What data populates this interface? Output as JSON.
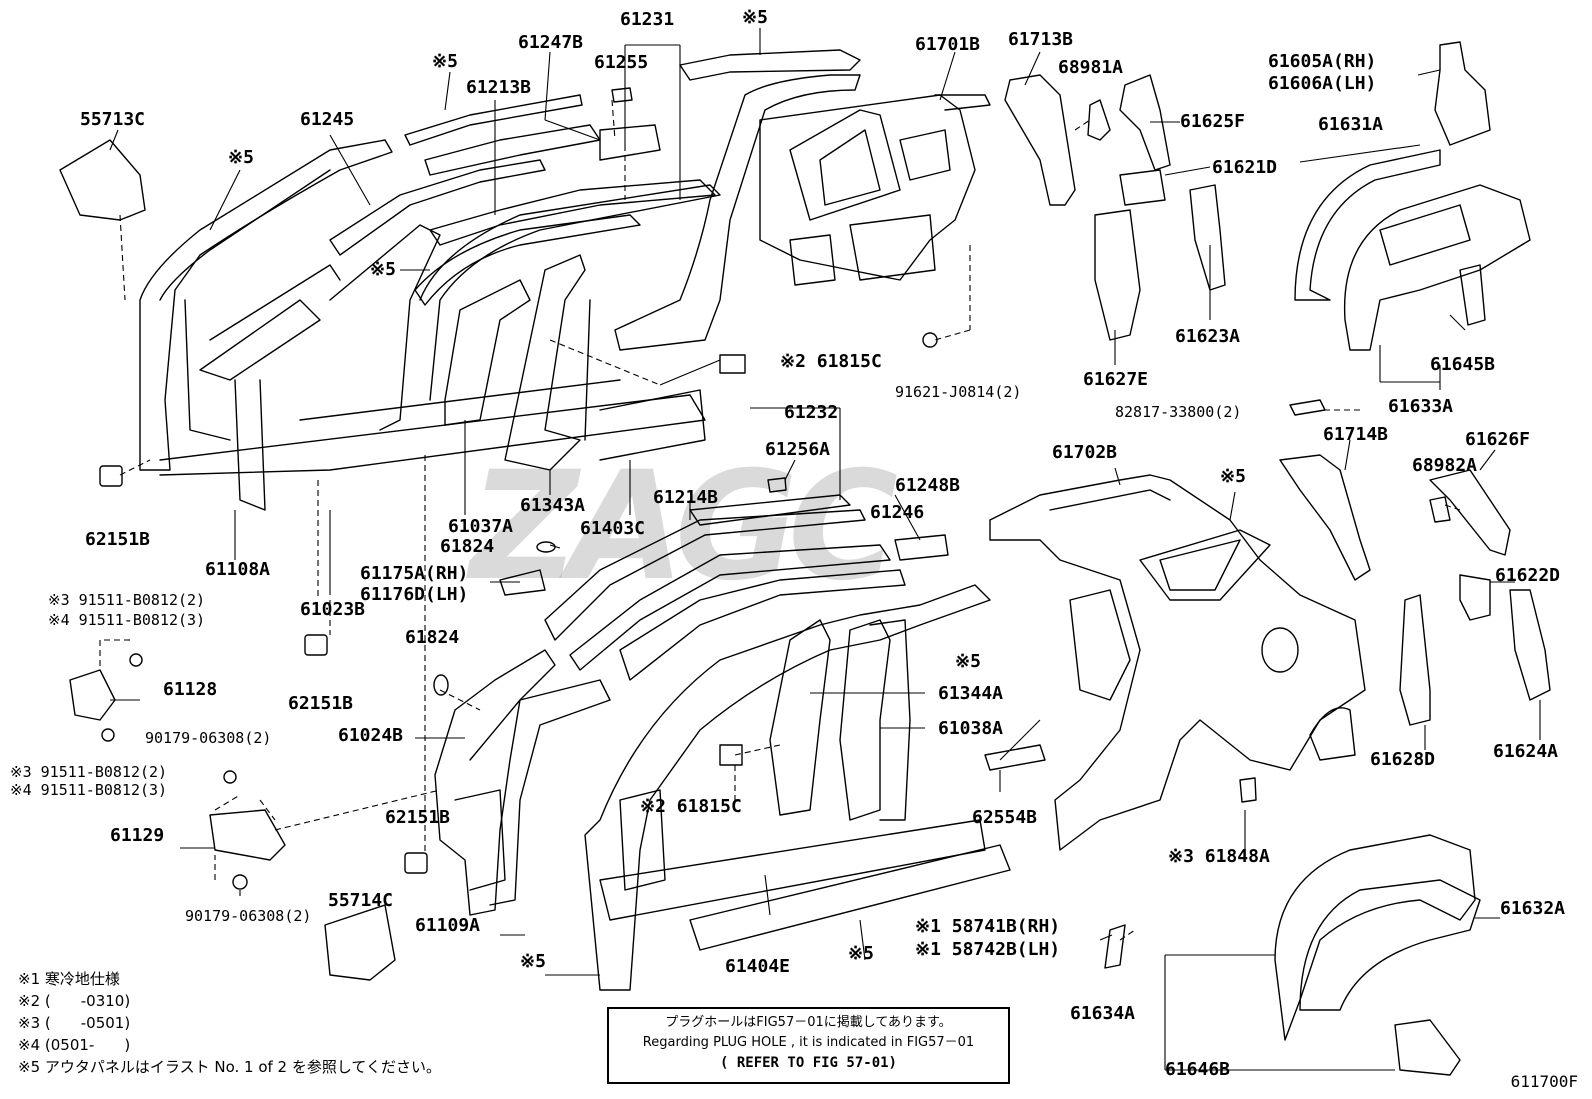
{
  "diagram": {
    "figure_number": "611700F",
    "watermark": "ZAGC",
    "reference_box": {
      "line1": "プラグホールはFIG57－01に掲載してあります。",
      "line2": "Regarding PLUG HOLE , it is indicated in FIG57－01",
      "line3": "( REFER TO FIG 57-01)"
    },
    "notes": [
      "※1 寒冷地仕様",
      "※2 (　　-0310)",
      "※3 (　　-0501)",
      "※4 (0501-　　)",
      "※5 アウタパネルはイラスト No. 1 of 2 を参照してください。"
    ],
    "labels": [
      {
        "id": "l1",
        "text": "55713C"
      },
      {
        "id": "l2",
        "text": "61245"
      },
      {
        "id": "l3",
        "text": "※5"
      },
      {
        "id": "l4",
        "text": "※5"
      },
      {
        "id": "l5",
        "text": "61213B"
      },
      {
        "id": "l6",
        "text": "61247B"
      },
      {
        "id": "l7",
        "text": "61255"
      },
      {
        "id": "l8",
        "text": "61231"
      },
      {
        "id": "l9",
        "text": "※5"
      },
      {
        "id": "l10",
        "text": "61701B"
      },
      {
        "id": "l11",
        "text": "61713B"
      },
      {
        "id": "l12",
        "text": "68981A"
      },
      {
        "id": "l13",
        "text": "61605A(RH)"
      },
      {
        "id": "l14",
        "text": "61606A(LH)"
      },
      {
        "id": "l15",
        "text": "61625F"
      },
      {
        "id": "l16",
        "text": "61631A"
      },
      {
        "id": "l17",
        "text": "61621D"
      },
      {
        "id": "l18",
        "text": "※5"
      },
      {
        "id": "l19",
        "text": "※2 61815C"
      },
      {
        "id": "l20",
        "text": "91621-J0814(2)"
      },
      {
        "id": "l21",
        "text": "61623A"
      },
      {
        "id": "l22",
        "text": "61645B"
      },
      {
        "id": "l23",
        "text": "61627E"
      },
      {
        "id": "l24",
        "text": "61633A"
      },
      {
        "id": "l25",
        "text": "82817-33800(2)"
      },
      {
        "id": "l26",
        "text": "61714B"
      },
      {
        "id": "l27",
        "text": "61626F"
      },
      {
        "id": "l28",
        "text": "68982A"
      },
      {
        "id": "l29",
        "text": "61232"
      },
      {
        "id": "l30",
        "text": "61256A"
      },
      {
        "id": "l31",
        "text": "61702B"
      },
      {
        "id": "l32",
        "text": "※5"
      },
      {
        "id": "l33",
        "text": "61248B"
      },
      {
        "id": "l34",
        "text": "61214B"
      },
      {
        "id": "l35",
        "text": "61246"
      },
      {
        "id": "l36",
        "text": "61343A"
      },
      {
        "id": "l37",
        "text": "61403C"
      },
      {
        "id": "l38",
        "text": "61037A"
      },
      {
        "id": "l39",
        "text": "62151B"
      },
      {
        "id": "l40",
        "text": "61108A"
      },
      {
        "id": "l41",
        "text": "61824"
      },
      {
        "id": "l42",
        "text": "61175A(RH)"
      },
      {
        "id": "l43",
        "text": "61176D(LH)"
      },
      {
        "id": "l44",
        "text": "61023B"
      },
      {
        "id": "l45",
        "text": "※3 91511-B0812(2)"
      },
      {
        "id": "l46",
        "text": "※4 91511-B0812(3)"
      },
      {
        "id": "l47",
        "text": "61622D"
      },
      {
        "id": "l48",
        "text": "61824"
      },
      {
        "id": "l49",
        "text": "※5"
      },
      {
        "id": "l50",
        "text": "61128"
      },
      {
        "id": "l51",
        "text": "62151B"
      },
      {
        "id": "l52",
        "text": "61344A"
      },
      {
        "id": "l53",
        "text": "61024B"
      },
      {
        "id": "l54",
        "text": "90179-06308(2)"
      },
      {
        "id": "l55",
        "text": "61038A"
      },
      {
        "id": "l56",
        "text": "61628D"
      },
      {
        "id": "l57",
        "text": "61624A"
      },
      {
        "id": "l58",
        "text": "※3 91511-B0812(2)"
      },
      {
        "id": "l59",
        "text": "※4 91511-B0812(3)"
      },
      {
        "id": "l60",
        "text": "※2 61815C"
      },
      {
        "id": "l61",
        "text": "62151B"
      },
      {
        "id": "l62",
        "text": "62554B"
      },
      {
        "id": "l63",
        "text": "61129"
      },
      {
        "id": "l64",
        "text": "※3 61848A"
      },
      {
        "id": "l65",
        "text": "55714C"
      },
      {
        "id": "l66",
        "text": "61109A"
      },
      {
        "id": "l67",
        "text": "61632A"
      },
      {
        "id": "l68",
        "text": "90179-06308(2)"
      },
      {
        "id": "l69",
        "text": "※1 58741B(RH)"
      },
      {
        "id": "l70",
        "text": "※1 58742B(LH)"
      },
      {
        "id": "l71",
        "text": "※5"
      },
      {
        "id": "l72",
        "text": "61404E"
      },
      {
        "id": "l73",
        "text": "※5"
      },
      {
        "id": "l74",
        "text": "61634A"
      },
      {
        "id": "l75",
        "text": "61646B"
      }
    ]
  }
}
